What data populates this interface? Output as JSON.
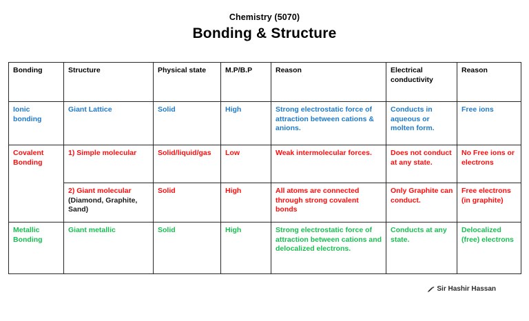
{
  "header": {
    "subject": "Chemistry (5070)",
    "title": "Bonding & Structure"
  },
  "colors": {
    "ionic": "#1F7AC8",
    "covalent": "#FF0B0B",
    "metallic": "#17BF50",
    "text": "#000000",
    "border": "#262626",
    "background": "#FFFFFF"
  },
  "table": {
    "columns": [
      {
        "key": "bonding",
        "label": "Bonding"
      },
      {
        "key": "structure",
        "label": "Structure"
      },
      {
        "key": "physical_state",
        "label": "Physical state"
      },
      {
        "key": "mp_bp",
        "label": "M.P/B.P"
      },
      {
        "key": "reason_1",
        "label": "Reason"
      },
      {
        "key": "electrical_conductivity",
        "label": "Electrical conductivity"
      },
      {
        "key": "reason_2",
        "label": "Reason"
      }
    ],
    "rows": [
      {
        "id": "ionic",
        "color_key": "ionic",
        "bonding": "Ionic bonding",
        "structure": "Giant Lattice",
        "physical_state": "Solid",
        "mp_bp": "High",
        "reason_1": "Strong electrostatic force of attraction between cations & anions.",
        "electrical_conductivity": "Conducts in aqueous or molten form.",
        "reason_2": "Free ions"
      },
      {
        "id": "covalent-simple",
        "color_key": "covalent",
        "bonding": "Covalent Bonding",
        "structure": "1) Simple molecular",
        "structure_note": "",
        "physical_state": "Solid/liquid/gas",
        "mp_bp": "Low",
        "reason_1": "Weak intermolecular forces.",
        "electrical_conductivity": "Does not conduct at any state.",
        "reason_2": "No Free ions or electrons"
      },
      {
        "id": "covalent-giant",
        "color_key": "covalent",
        "bonding": "",
        "structure": "2) Giant molecular",
        "structure_note": "(Diamond, Graphite, Sand)",
        "physical_state": "Solid",
        "mp_bp": "High",
        "reason_1": "All atoms are connected through strong covalent bonds",
        "electrical_conductivity": "Only Graphite can conduct.",
        "reason_2": "Free electrons (in graphite)"
      },
      {
        "id": "metallic",
        "color_key": "metallic",
        "bonding": "Metallic Bonding",
        "structure": "Giant metallic",
        "physical_state": "Solid",
        "mp_bp": "High",
        "reason_1": "Strong electrostatic force of attraction between cations and delocalized electrons.",
        "electrical_conductivity": "Conducts at any state.",
        "reason_2": "Delocalized (free) electrons"
      }
    ]
  },
  "footer": {
    "signature": "Sir Hashir Hassan",
    "mark_icon": "pen-flourish-icon"
  }
}
